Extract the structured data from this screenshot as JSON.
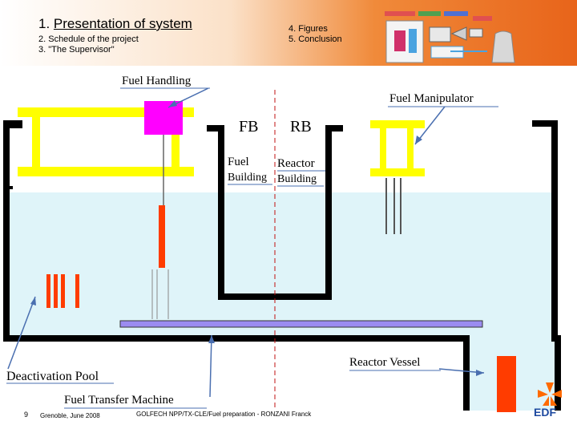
{
  "header": {
    "title_number": "1.",
    "title_text": "Presentation of system",
    "item2": "2. Schedule of the project",
    "item3": "3. \"The Supervisor\"",
    "item4": "4. Figures",
    "item5": "5. Conclusion"
  },
  "labels": {
    "fuel_handling": "Fuel Handling",
    "fuel_manipulator": "Fuel Manipulator",
    "fb": "FB",
    "rb": "RB",
    "fuel_word": "Fuel",
    "building1": "Building",
    "reactor_word": "Reactor",
    "building2": "Building",
    "reactor_vessel": "Reactor Vessel",
    "deactivation_pool": "Deactivation Pool",
    "fuel_transfer_machine": "Fuel Transfer Machine"
  },
  "footer": {
    "page_number": "9",
    "location_date": "Grenoble, June 2008",
    "reference": "GOLFECH NPP/TX-CLE/Fuel preparation - RONZANI Franck"
  },
  "logo": {
    "text": "EDF"
  },
  "colors": {
    "water": "#dff4f9",
    "wall": "#000000",
    "yellow": "#ffff00",
    "magenta": "#ff00ff",
    "fuel_red": "#ff3c00",
    "rail": "#9b8cf0",
    "header_orange": "#e8641a",
    "edf_blue": "#1e4aa0",
    "edf_orange": "#ff6a00"
  },
  "icons": [
    "edf-logo-icon",
    "plant-schematic-icon"
  ]
}
